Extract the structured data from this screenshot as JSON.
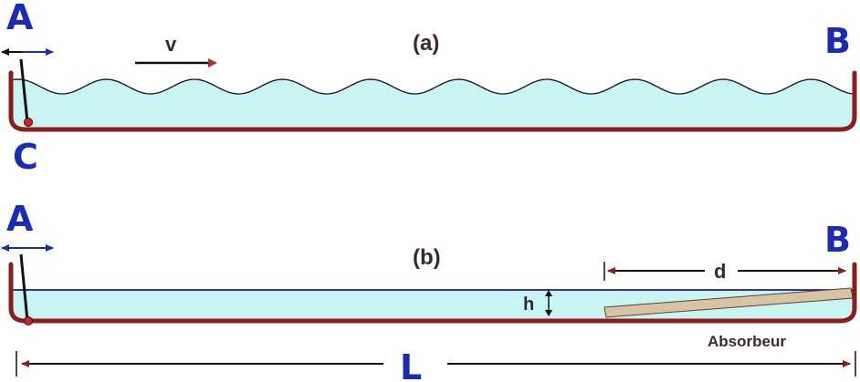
{
  "panel_a": {
    "label": "(a)",
    "point_a": "A",
    "point_b": "B",
    "point_c": "C",
    "velocity": "v"
  },
  "panel_b": {
    "label": "(b)",
    "point_a": "A",
    "point_b": "B",
    "depth": "h",
    "distance": "d",
    "absorber": "Absorbeur"
  },
  "length": "L",
  "colors": {
    "tank": "#8b1d1d",
    "water": "#c8f4f4",
    "blue_label": "#1a2bb5",
    "wave_line": "#111111",
    "water_surface": "#1a1a9a",
    "arrow_red": "#b03030",
    "absorber_fill": "#d9c3a5"
  }
}
